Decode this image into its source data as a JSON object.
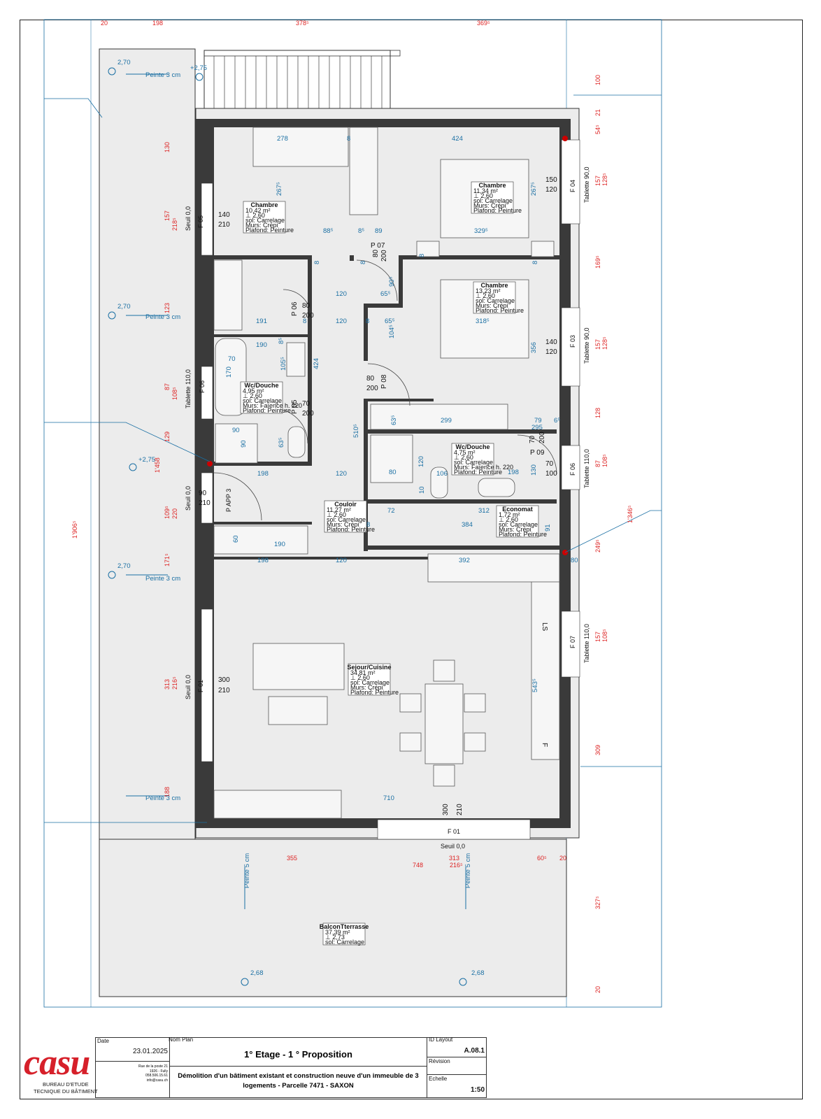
{
  "plan": {
    "rooms": [
      {
        "name": "Chambre",
        "area": "10,42 m²",
        "height": "2,60",
        "sol": "Carrelage",
        "murs": "Crépi",
        "plafond": "Peinture"
      },
      {
        "name": "Chambre",
        "area": "11,34 m²",
        "height": "2,60",
        "sol": "Carrelage",
        "murs": "Crépi",
        "plafond": "Peinture"
      },
      {
        "name": "Chambre",
        "area": "13,23 m²",
        "height": "2,60",
        "sol": "Carrelage",
        "murs": "Crépi",
        "plafond": "Peinture"
      },
      {
        "name": "Wc/Douche",
        "area": "4,95 m²",
        "height": "2,60",
        "sol": "Carrelage",
        "murs": "Faïence h. 220",
        "plafond": "Peinture"
      },
      {
        "name": "Wc/Douche",
        "area": "4,75 m²",
        "height": "2,60",
        "sol": "Carrelage",
        "murs": "Faïence h. 220",
        "plafond": "Peinture"
      },
      {
        "name": "Couloir",
        "area": "11,27 m²",
        "height": "2,60",
        "sol": "Carrelage",
        "murs": "Crépi",
        "plafond": "Peinture"
      },
      {
        "name": "Economat",
        "area": "1,72 m²",
        "height": "2,60",
        "sol": "Carrelage",
        "murs": "Crépi",
        "plafond": "Peinture"
      },
      {
        "name": "Sejour/Cuisine",
        "area": "34,81 m²",
        "height": "2,60",
        "sol": "Carrelage",
        "murs": "Crépi",
        "plafond": "Peinture"
      },
      {
        "name": "BalconTterrasse",
        "area": "37,39 m²",
        "height": "2,73",
        "sol": "Carrelage"
      }
    ],
    "top_dims": [
      "20",
      "198",
      "378⁵",
      "369⁵"
    ],
    "bottom_dims": [
      "355",
      "313",
      "60⁵",
      "20",
      "748",
      "216⁵"
    ],
    "left_total": "1'906⁵",
    "left_dims": [
      "130",
      "157",
      "218⁵",
      "123",
      "87",
      "108⁵",
      "129",
      "1'458",
      "109⁵",
      "220",
      "171⁵",
      "313",
      "216⁵",
      "188"
    ],
    "right_dims": [
      "100",
      "21",
      "54⁵",
      "157",
      "128⁵",
      "169⁵",
      "157",
      "128⁵",
      "128",
      "87",
      "108⁵",
      "249⁵",
      "157",
      "108⁵",
      "309",
      "327⁵",
      "20",
      "1'346⁵"
    ],
    "blue_dims": [
      "278",
      "8",
      "424",
      "88⁵",
      "8⁵",
      "89",
      "329⁵",
      "267⁵",
      "267⁵",
      "120",
      "65⁵",
      "90⁵",
      "191",
      "8",
      "120",
      "8",
      "65⁵",
      "318⁵",
      "190",
      "8⁵",
      "104⁵",
      "356",
      "424",
      "170",
      "70",
      "105⁵",
      "510⁵",
      "299",
      "6⁵",
      "79",
      "295",
      "90",
      "90",
      "63⁵",
      "63⁵",
      "198",
      "120",
      "80",
      "120",
      "130",
      "198",
      "106",
      "10",
      "312",
      "72",
      "384",
      "91",
      "198",
      "120",
      "392",
      "60",
      "190",
      "543⁵",
      "710",
      "80",
      "8",
      "8",
      "8",
      "8",
      "8"
    ],
    "openings": [
      {
        "code": "F 05",
        "w": "140",
        "h": "210",
        "seuil": "Seuil 0,0"
      },
      {
        "code": "F 06",
        "tablette": "Tablette 110,0"
      },
      {
        "code": "F 01",
        "w": "300",
        "h": "210",
        "seuil": "Seuil 0,0"
      },
      {
        "code": "P APP 3",
        "w": "90",
        "h": "210",
        "seuil": "Seuil 0,0"
      },
      {
        "code": "F 04",
        "w": "150",
        "h": "120",
        "tablette": "Tablette 90,0"
      },
      {
        "code": "F 03",
        "w": "140",
        "h": "120",
        "tablette": "Tablette 90,0"
      },
      {
        "code": "F 06",
        "w": "70",
        "h": "100",
        "tablette": "Tablette 110,0"
      },
      {
        "code": "F 07",
        "tablette": "Tablette 110,0"
      },
      {
        "code": "F 01",
        "w": "300",
        "h": "210",
        "seuil": "Seuil 0,0"
      }
    ],
    "doors": [
      {
        "code": "P 07",
        "w": "80",
        "h": "200"
      },
      {
        "code": "P 06",
        "w": "80",
        "h": "200"
      },
      {
        "code": "P 05",
        "w": "70",
        "h": "200"
      },
      {
        "code": "P 08",
        "w": "80",
        "h": "200"
      },
      {
        "code": "P 09",
        "w": "70",
        "h": "200"
      }
    ],
    "levels": [
      "2,70",
      "+2,75",
      "2,70",
      "+2,75",
      "2,70",
      "2,68",
      "2,68"
    ],
    "slopes": [
      "Peinte 3 cm",
      "Peinte 3 cm",
      "Peinte 3 cm",
      "Peinte 3 cm",
      "Peinte 5 cm",
      "Peinte 5 cm"
    ],
    "kitchen_labels": [
      "LS",
      "F"
    ]
  },
  "titleblock": {
    "date_label": "Date",
    "date": "23.01.2025",
    "plan_label": "Nom Plan",
    "plan_name": "1° Etage - 1 ° Proposition",
    "project": "Démolition d'un bâtiment existant et construction neuve d'un immeuble de 3 logements - Parcelle 7471 - SAXON",
    "id_label": "ID Layout",
    "id": "A.08.1",
    "revision_label": "Révision",
    "scale_label": "Echelle",
    "scale": "1:50",
    "address": [
      "Rue de la poste 21",
      "1926 - Fully",
      "058.506.15.61",
      "info@casu.ch"
    ]
  },
  "logo": {
    "text": "casu",
    "sub1": "BUREAU D'ETUDE",
    "sub2": "TECNIQUE DU BÂTIMENT",
    "color": "#d6202a"
  }
}
